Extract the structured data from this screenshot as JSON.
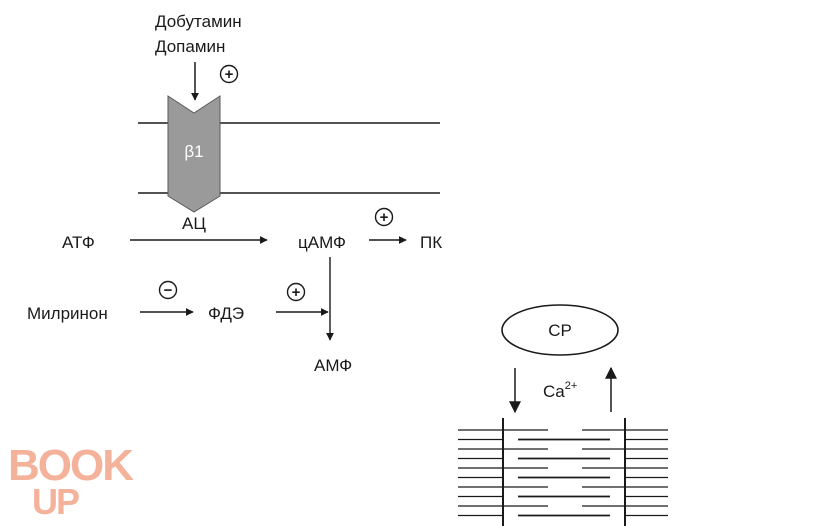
{
  "colors": {
    "ink": "#1a1a1a",
    "receptor_fill": "#9a9a9a",
    "watermark": "#f3a58a"
  },
  "labels": {
    "agonist_1": "Добутамин",
    "agonist_2": "Допамин",
    "receptor": "β1",
    "enzyme_ac": "АЦ",
    "atp": "АТФ",
    "camp": "цАМФ",
    "pk": "ПК",
    "milrinone": "Милринон",
    "pde": "ФДЭ",
    "amp": "АМФ",
    "sr": "СР",
    "calcium": "Ca",
    "calcium_charge": "2+"
  },
  "signs": {
    "plus": "+",
    "minus": "−"
  },
  "watermark": {
    "line1": "BOOK",
    "line2": "UP"
  }
}
